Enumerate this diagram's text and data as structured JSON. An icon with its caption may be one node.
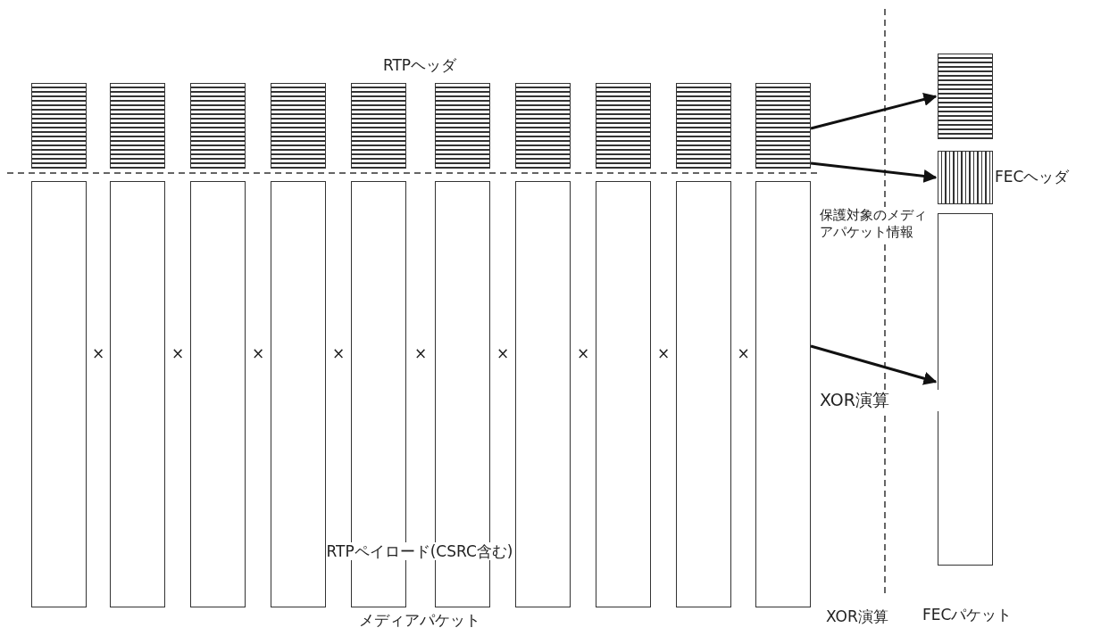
{
  "diagram": {
    "nodes": [
      {
        "text": [],
        "shape": "box"
      },
      {
        "text": [],
        "shape": "box"
      },
      {
        "text": [],
        "shape": "box"
      },
      {
        "text": [],
        "shape": "box"
      },
      {
        "text": [],
        "shape": "box"
      },
      {
        "text": [],
        "shape": "box"
      },
      {
        "text": [],
        "shape": "box"
      },
      {
        "text": [],
        "shape": "box"
      },
      {
        "text": [],
        "shape": "box"
      },
      {
        "text": [],
        "shape": "box"
      },
      {
        "text": [],
        "shape": "box"
      },
      {
        "text": [],
        "shape": "box"
      },
      {
        "text": [],
        "shape": "box"
      },
      {
        "text": [],
        "shape": "box"
      },
      {
        "text": [],
        "shape": "box"
      },
      {
        "text": [],
        "shape": "box"
      },
      {
        "text": [],
        "shape": "box"
      },
      {
        "text": [],
        "shape": "box"
      },
      {
        "text": [],
        "shape": "box"
      },
      {
        "text": [],
        "shape": "box"
      },
      {
        "text": [],
        "shape": "box"
      },
      {
        "text": [],
        "shape": "box",
        "beside": [
          "FECヘッダ"
        ]
      },
      {
        "text": [],
        "shape": "box"
      }
    ],
    "edges": [
      {
        "from": 9,
        "to": 20,
        "arrow": "to"
      },
      {
        "from": 9,
        "to": 21,
        "arrow": "to",
        "label": "保護対象のメディアパケット情報"
      },
      {
        "from": 19,
        "to": 22,
        "arrow": "to",
        "label": "XOR演算"
      }
    ],
    "labels": [
      "RTPヘッダ",
      "×",
      "×",
      "×",
      "×",
      "×",
      "×",
      "×",
      "×",
      "×",
      "RTPペイロード(CSRC含む)",
      "メディアパケット",
      "XOR演算",
      "FECパケット"
    ]
  }
}
